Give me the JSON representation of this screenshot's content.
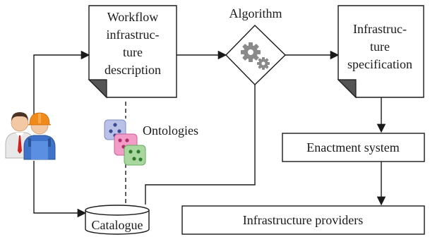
{
  "nodes": {
    "workflow_doc": {
      "lines": [
        "Workflow",
        "infrastruc-",
        "ture",
        "description"
      ]
    },
    "algorithm": {
      "label": "Algorithm",
      "icon": "gears-icon"
    },
    "infra_spec": {
      "lines": [
        "Infrastruc-",
        "ture",
        "specification"
      ]
    },
    "enactment": {
      "label": "Enactment system"
    },
    "providers": {
      "label": "Infrastructure providers"
    },
    "catalogue": {
      "label": "Catalogue"
    },
    "ontologies": {
      "label": "Ontologies",
      "icon": "ontology-stack-icon"
    },
    "users": {
      "icon": "users-icon"
    }
  },
  "colors": {
    "stroke": "#1a1a1a",
    "gear": "#8a8a8a",
    "ontology_blue": "#b9c2e6",
    "ontology_pink": "#f29cc8",
    "ontology_green": "#a8d8a0"
  }
}
